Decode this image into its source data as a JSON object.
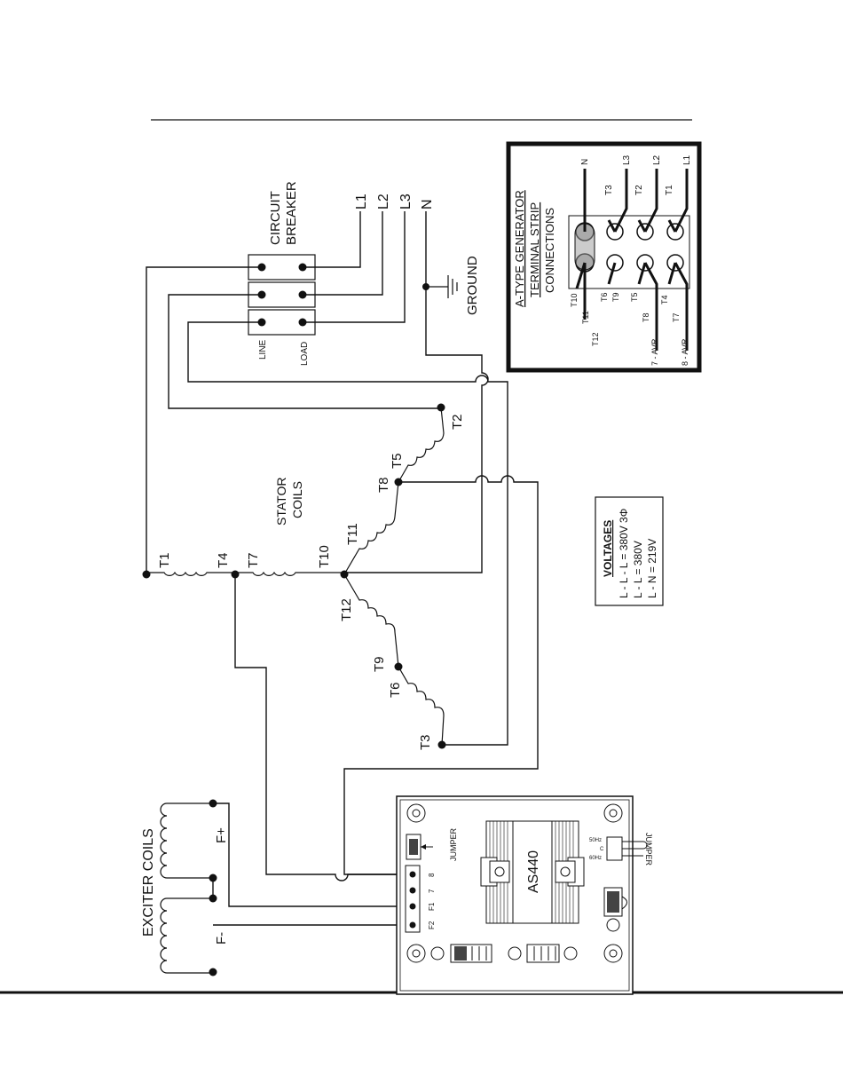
{
  "diagram": {
    "circuit_breaker": {
      "title_line1": "CIRCUIT",
      "title_line2": "BREAKER",
      "line_label": "LINE",
      "load_label": "LOAD"
    },
    "lines": {
      "l1": "L1",
      "l2": "L2",
      "l3": "L3",
      "n": "N"
    },
    "ground_label": "GROUND",
    "stator": {
      "line1": "STATOR",
      "line2": "COILS"
    },
    "terminals": {
      "t1": "T1",
      "t2": "T2",
      "t3": "T3",
      "t4": "T4",
      "t5": "T5",
      "t6": "T6",
      "t7": "T7",
      "t8": "T8",
      "t9": "T9",
      "t10": "T10",
      "t11": "T11",
      "t12": "T12"
    },
    "strip": {
      "title1": "A-TYPE GENERATOR",
      "title2": "TERMINAL STRIP",
      "title3": "CONNECTIONS",
      "top": [
        "N",
        "L3",
        "L2",
        "L1"
      ],
      "upper": [
        "T3",
        "T2",
        "T1"
      ],
      "lower": [
        "T10",
        "T11",
        "T12",
        "T6",
        "T9",
        "T5",
        "T8",
        "7 - AVR",
        "T4",
        "T7",
        "8 - AVR"
      ]
    },
    "voltages": {
      "title": "VOLTAGES",
      "line1": "L - L - L = 380V 3Φ",
      "line2": "L - L = 380V",
      "line3": "L - N = 219V"
    },
    "exciter": {
      "title": "EXCITER COILS",
      "fplus": "F+",
      "fminus": "F-"
    },
    "avr": {
      "model": "AS440",
      "jumper_left": "JUMPER",
      "jumper_right": "JUMPER",
      "hz50": "50Hz",
      "c": "C",
      "hz60": "60Hz",
      "pins": [
        "8",
        "7",
        "F1",
        "F2"
      ]
    }
  }
}
